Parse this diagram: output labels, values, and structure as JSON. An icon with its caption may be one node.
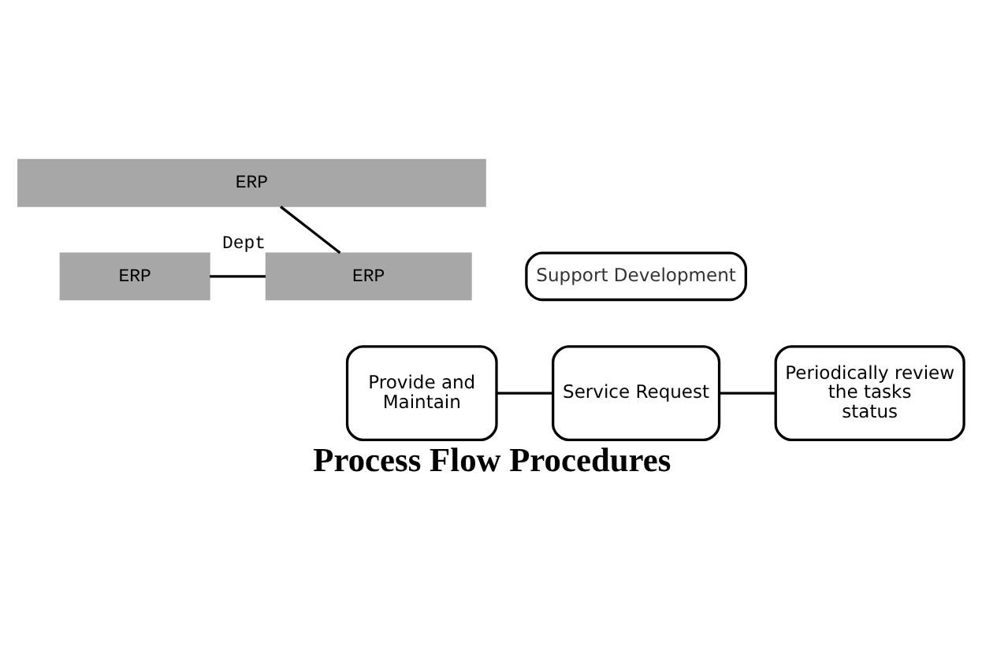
{
  "diagram": {
    "caption": "Process Flow Procedures",
    "nodes": [
      {
        "text": [
          "ERP"
        ]
      },
      {
        "text": [
          "ERP"
        ]
      },
      {
        "text": [
          "Support Development"
        ]
      },
      {
        "text": [
          "ERP"
        ],
        "beside": [
          "Dept"
        ]
      },
      {
        "text": [
          "Provide and Maintain"
        ]
      },
      {
        "text": [
          "Service Request"
        ]
      },
      {
        "text": [
          "Periodically review the tasks status"
        ]
      }
    ],
    "edges": [
      {
        "from": 0,
        "to": 3,
        "arrow": "none"
      },
      {
        "from": 1,
        "to": 3,
        "arrow": "none"
      },
      {
        "from": 4,
        "to": 5,
        "arrow": "none"
      },
      {
        "from": 5,
        "to": 6,
        "arrow": "none"
      }
    ]
  }
}
